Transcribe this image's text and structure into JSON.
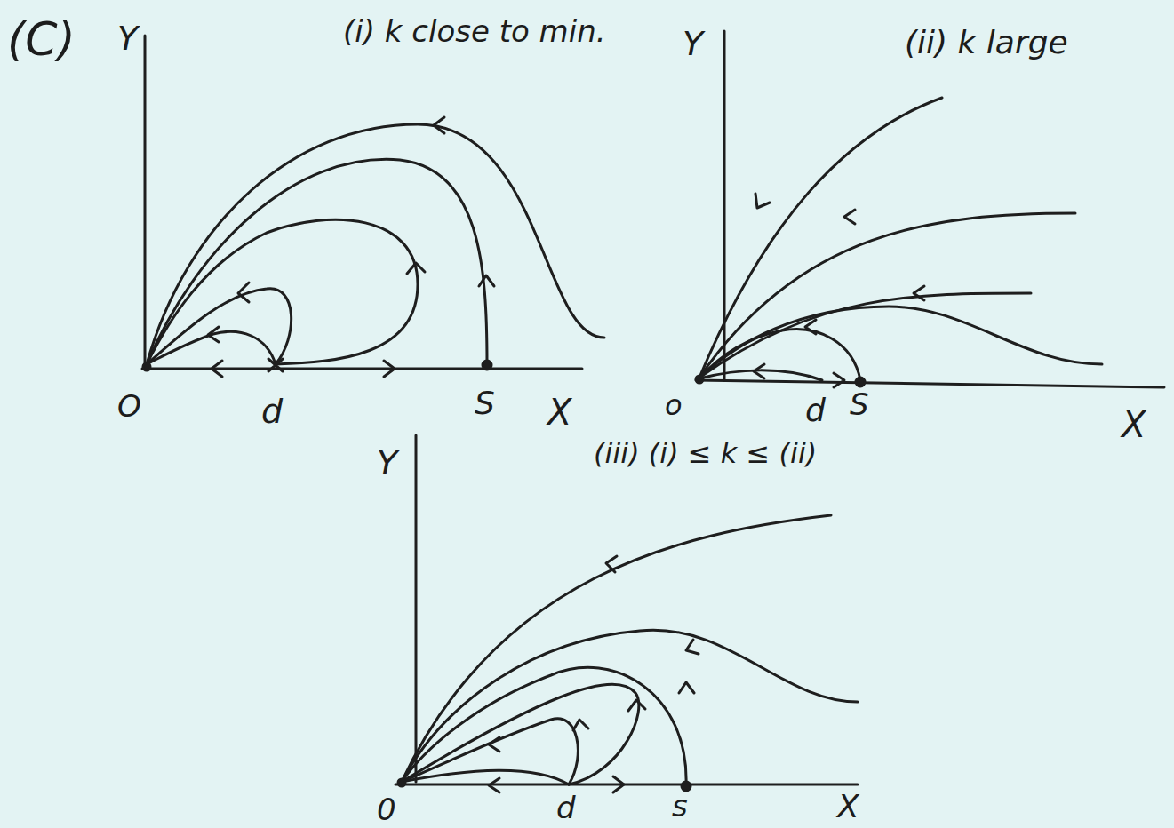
{
  "diagram": {
    "labels": [
      "(C)",
      "Y",
      "(i) k close to min.",
      "Y",
      "(ii) k large",
      "O",
      "d",
      "S",
      "X",
      "o",
      "d",
      "S",
      "X",
      "Y",
      "(iii) (i) ≤ k ≤ (ii)",
      "0",
      "d",
      "s",
      "X"
    ]
  }
}
